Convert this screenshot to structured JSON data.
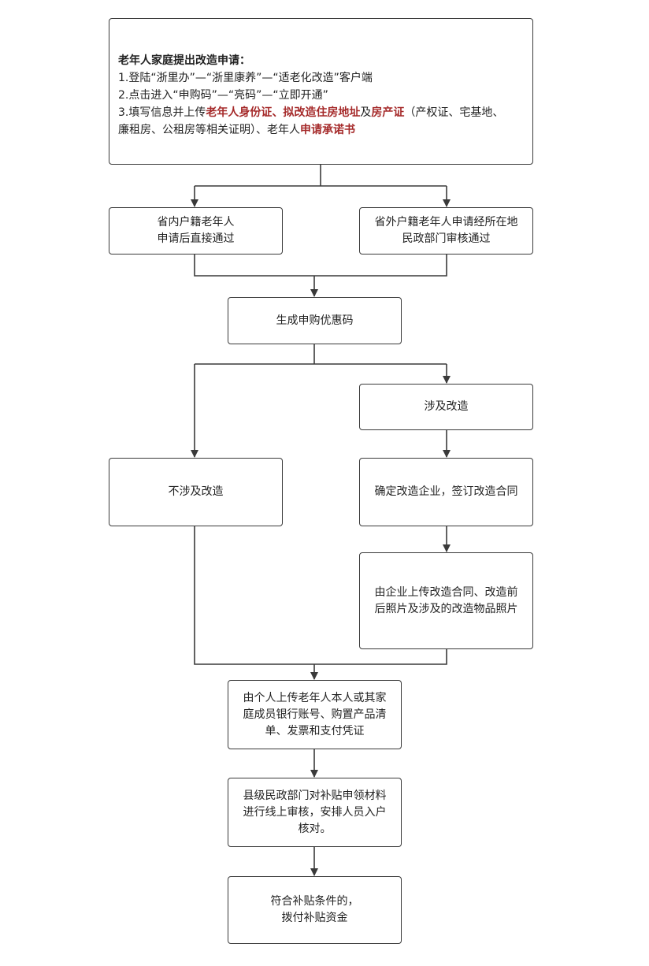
{
  "colors": {
    "stroke": "#3a3a3a",
    "highlight": "#a52a2a",
    "text": "#222222"
  },
  "intro": {
    "heading": "老年人家庭提出改造申请：",
    "step1": "1.登陆“浙里办”—“浙里康养”—“适老化改造”客户端",
    "step2": "2.点击进入“申购码”—“亮码”—“立即开通”",
    "step3_a": "3.填写信息并上传",
    "step3_h1": "老年人身份证",
    "step3_sep1": "、",
    "step3_h2": "拟改造住房地址",
    "step3_b": "及",
    "step3_h3": "房产证",
    "step3_c": "（产权证、宅基地、",
    "step3_d": "廉租房、公租房等相关证明）、老年人",
    "step3_h4": "申请承诺书"
  },
  "nodes": {
    "in_province_line1": "省内户籍老年人",
    "in_province_line2": "申请后直接通过",
    "out_province_line1": "省外户籍老年人申请经所在地",
    "out_province_line2": "民政部门审核通过",
    "generate_code": "生成申购优惠码",
    "involves_renovation": "涉及改造",
    "no_renovation": "不涉及改造",
    "confirm_company": "确定改造企业，签订改造合同",
    "company_upload_line1": "由企业上传改造合同、改造前",
    "company_upload_line2": "后照片及涉及的改造物品照片",
    "personal_upload_line1": "由个人上传老年人本人或其家",
    "personal_upload_line2": "庭成员银行账号、购置产品清",
    "personal_upload_line3": "单、发票和支付凭证",
    "county_review_line1": "县级民政部门对补贴申领材料",
    "county_review_line2": "进行线上审核，安排人员入户",
    "county_review_line3": "核对。",
    "disburse_line1": "符合补贴条件的，",
    "disburse_line2": "拨付补贴资金"
  }
}
